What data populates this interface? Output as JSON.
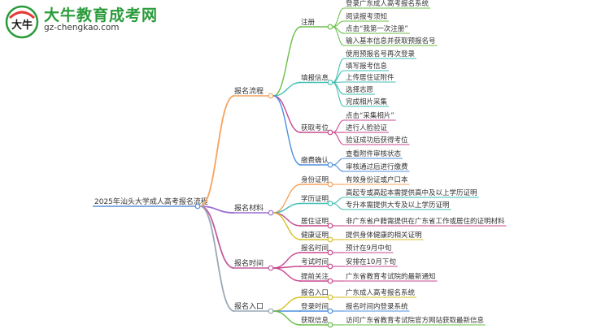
{
  "brand": {
    "title": "大牛教育成考网",
    "url": "gz-chengkao.com",
    "logo_text": "大牛"
  },
  "mindmap": {
    "root": "2025年汕头大学成人高考报名流程",
    "branches": [
      {
        "label": "报名流程",
        "color": "#f5a25d",
        "children": [
          {
            "label": "注册",
            "color": "#6cbf4a",
            "children": [
              "登录广东成人高考报名系统",
              "阅读报考须知",
              "点击“我第一次注册”",
              "输入基本信息并获取预报名号"
            ]
          },
          {
            "label": "填报信息",
            "color": "#3fbfb3",
            "children": [
              "使用预报名号再次登录",
              "填写报考信息",
              "上传居住证附件",
              "选择志愿",
              "完成相片采集"
            ]
          },
          {
            "label": "获取考位",
            "color": "#c9488f",
            "children": [
              "点击“采集相片”",
              "进行人脸验证",
              "验证成功后获得考位"
            ]
          },
          {
            "label": "缴费确认",
            "color": "#4d8fe0",
            "children": [
              "查看附件审核状态",
              "审核通过后进行缴费"
            ]
          }
        ]
      },
      {
        "label": "报名材料",
        "color": "#9b6fd1",
        "children": [
          {
            "label": "身份证明",
            "color": "#f5a25d",
            "children": [
              "有效身份证或户口本"
            ]
          },
          {
            "label": "学历证明",
            "color": "#3fbfb3",
            "children": [
              "高起专或高起本需提供高中及以上学历证明",
              "专升本需提供大专及以上学历证明"
            ]
          },
          {
            "label": "居住证明",
            "color": "#c9488f",
            "children": [
              "非广东省户籍需提供在广东省工作或居住的证明材料"
            ]
          },
          {
            "label": "健康证明",
            "color": "#d8c12a",
            "children": [
              "提供身体健康的相关证明"
            ]
          }
        ]
      },
      {
        "label": "报名时间",
        "color": "#c25c9e",
        "children": [
          {
            "label": "报名时间",
            "color": "#c9488f",
            "children": [
              "预计在9月中旬"
            ]
          },
          {
            "label": "考试时间",
            "color": "#c9488f",
            "children": [
              "安排在10月下旬"
            ]
          },
          {
            "label": "提前关注",
            "color": "#c9488f",
            "children": [
              "广东省教育考试院的最新通知"
            ]
          }
        ]
      },
      {
        "label": "报名入口",
        "color": "#9aa8b5",
        "children": [
          {
            "label": "报名入口",
            "color": "#d8c12a",
            "children": [
              "广东成人高考报名系统"
            ]
          },
          {
            "label": "登录时间",
            "color": "#4d8fe0",
            "children": [
              "报名时间内登录系统"
            ]
          },
          {
            "label": "获取信息",
            "color": "#6cbf4a",
            "children": [
              "访问广东省教育考试院官方网站获取最新信息"
            ]
          }
        ]
      }
    ]
  }
}
